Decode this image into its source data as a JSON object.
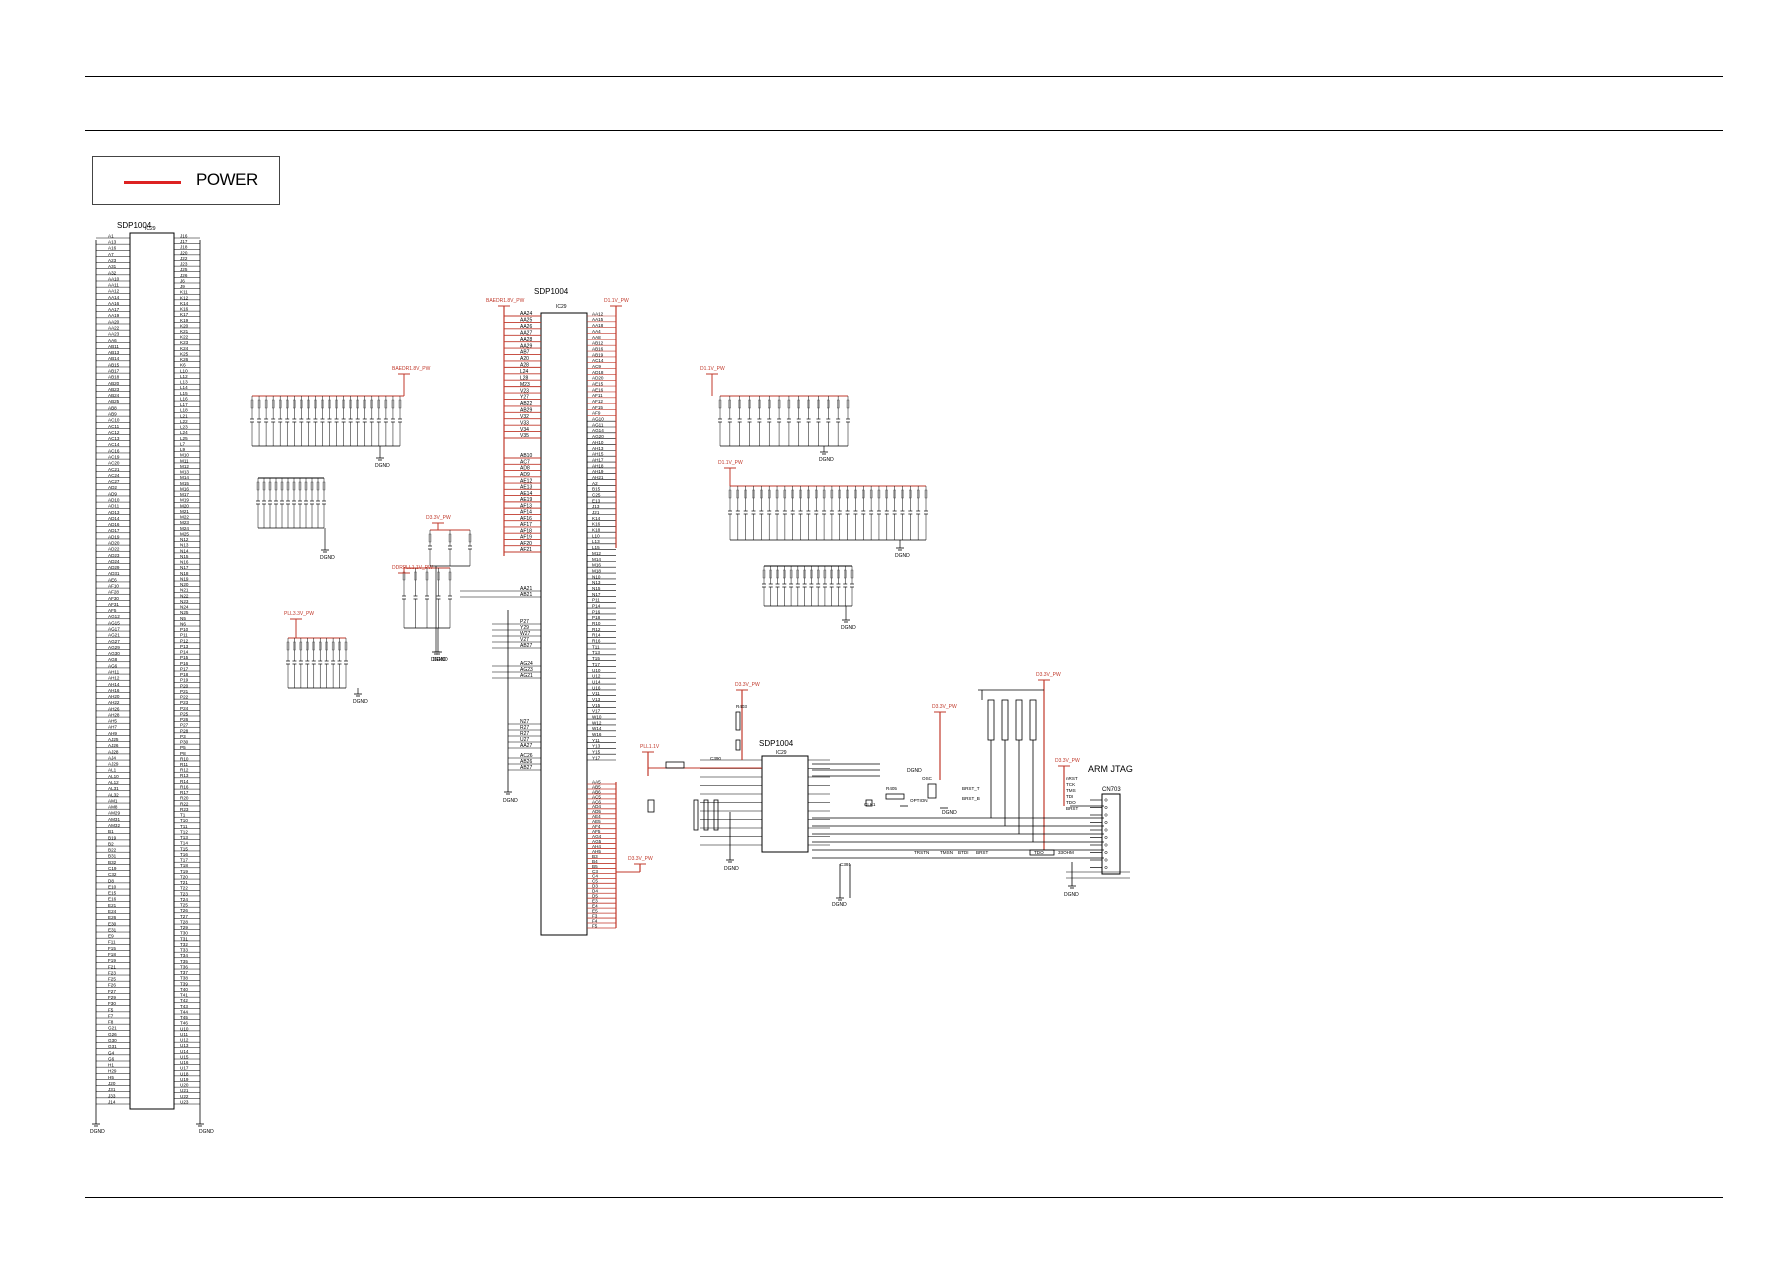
{
  "legend": {
    "label": "POWER",
    "color": "#d22222"
  },
  "ic_main": {
    "part": "SDP1004",
    "ref": "IC29",
    "ground": "DGND",
    "left_pins": [
      "A1",
      "A13",
      "A16",
      "A7",
      "A23",
      "A31",
      "A32",
      "AA10",
      "AA11",
      "AA12",
      "AA14",
      "AA16",
      "AA17",
      "AA19",
      "AA20",
      "AA22",
      "AA23",
      "AA6",
      "AB11",
      "AB13",
      "AB14",
      "AB15",
      "AB17",
      "AB18",
      "AB20",
      "AB23",
      "AB24",
      "AB25",
      "AB8",
      "AB9",
      "AC10",
      "AC11",
      "AC12",
      "AC13",
      "AC14",
      "AC16",
      "AC19",
      "AC20",
      "AC21",
      "AC24",
      "AC27",
      "AD2",
      "AD9",
      "AD10",
      "AD11",
      "AD13",
      "AD14",
      "AD16",
      "AD17",
      "AD19",
      "AD20",
      "AD22",
      "AD23",
      "AD24",
      "AD29",
      "AD31",
      "AE6",
      "AF10",
      "AF28",
      "AF30",
      "AF31",
      "AF5",
      "AG12",
      "AG15",
      "AG17",
      "AG21",
      "AG27",
      "AG29",
      "AG30",
      "AG8",
      "AG6",
      "AH11",
      "AH12",
      "AH14",
      "AH16",
      "AH20",
      "AH22",
      "AH26",
      "AH28",
      "AH5",
      "AH7",
      "AH9",
      "AJ25",
      "AJ26",
      "AJ28",
      "AJ4",
      "AJ29",
      "AL1",
      "AL10",
      "AL12",
      "AL31",
      "AL32",
      "AM1",
      "AM8",
      "AM29",
      "AM31",
      "AM32",
      "B1",
      "B19",
      "B2",
      "B22",
      "B31",
      "B32",
      "C19",
      "C32",
      "D8",
      "E10",
      "E15",
      "E16",
      "E21",
      "E24",
      "E26",
      "E30",
      "E31",
      "E9",
      "F11",
      "F15",
      "F18",
      "F19",
      "F21",
      "F23",
      "F25",
      "F26",
      "F27",
      "F29",
      "F30",
      "F5",
      "F7",
      "F8",
      "G21",
      "G26",
      "G30",
      "G31",
      "G4",
      "G6",
      "H1",
      "H29",
      "H5",
      "J20",
      "J31",
      "J33",
      "J14"
    ],
    "right_pins": [
      "J16",
      "J17",
      "J18",
      "J20",
      "J22",
      "J23",
      "J25",
      "J26",
      "J6",
      "J9",
      "K11",
      "K12",
      "K14",
      "K16",
      "K17",
      "K19",
      "K20",
      "K21",
      "K22",
      "K23",
      "K24",
      "K25",
      "K26",
      "K6",
      "L10",
      "L12",
      "L13",
      "L14",
      "L15",
      "L16",
      "L17",
      "L18",
      "L21",
      "L22",
      "L23",
      "L24",
      "L25",
      "L7",
      "L9",
      "M10",
      "M11",
      "M12",
      "M13",
      "M14",
      "M15",
      "M16",
      "M17",
      "M19",
      "M20",
      "M21",
      "M22",
      "M23",
      "M24",
      "M25",
      "N12",
      "N13",
      "N14",
      "N15",
      "N16",
      "N17",
      "N18",
      "N19",
      "N20",
      "N21",
      "N22",
      "N23",
      "N24",
      "N25",
      "N5",
      "N6",
      "P10",
      "P11",
      "P12",
      "P13",
      "P14",
      "P15",
      "P16",
      "P17",
      "P18",
      "P19",
      "P20",
      "P21",
      "P22",
      "P23",
      "P24",
      "P25",
      "P26",
      "P27",
      "P28",
      "P3",
      "P30",
      "P5",
      "P8",
      "R10",
      "R11",
      "R12",
      "R13",
      "R14",
      "R16",
      "R17",
      "R20",
      "R22",
      "R23",
      "T1",
      "T10",
      "T11",
      "T12",
      "T13",
      "T14",
      "T15",
      "T16",
      "T17",
      "T18",
      "T19",
      "T20",
      "T21",
      "T22",
      "T23",
      "T24",
      "T25",
      "T26",
      "T27",
      "T28",
      "T29",
      "T30",
      "T31",
      "T32",
      "T33",
      "T34",
      "T35",
      "T36",
      "T37",
      "T38",
      "T39",
      "T40",
      "T41",
      "T42",
      "T43",
      "T44",
      "T45",
      "T46",
      "U10",
      "U11",
      "U12",
      "U13",
      "U14",
      "U15",
      "U16",
      "U17",
      "U18",
      "U19",
      "U20",
      "U21",
      "U22",
      "U23"
    ]
  },
  "ic_mid": {
    "part": "SDP1004",
    "ref": "IC29",
    "left_pins_a": [
      "AA24",
      "AA25",
      "AA26",
      "AA27",
      "AA28",
      "AA29",
      "AB7",
      "A20",
      "A28",
      "L24",
      "L28",
      "M23",
      "V23",
      "Y27",
      "AB22",
      "AB29",
      "V32",
      "V33",
      "V34",
      "V35"
    ],
    "left_pins_b": [
      "AB10",
      "AC7",
      "AD8",
      "AD9",
      "AE12",
      "AE13",
      "AE14",
      "AE19",
      "AF13",
      "AF14",
      "AF16",
      "AF17",
      "AF18",
      "AF19",
      "AF20",
      "AF21"
    ],
    "left_pins_c": [
      "AA21",
      "AB21"
    ],
    "left_pins_d": [
      "P27",
      "Y29",
      "W27",
      "V27",
      "AB27"
    ],
    "left_pins_e": [
      "AG24",
      "AG23",
      "AG21"
    ],
    "left_pins_f": [
      "N27",
      "R27",
      "R27",
      "U27",
      "AA27"
    ],
    "left_pins_g": [
      "AC26",
      "AB26",
      "AB27"
    ],
    "right_pins_a": [
      "AA12",
      "AA15",
      "AA18",
      "AA4",
      "AA8",
      "AB12",
      "AB16",
      "AB19",
      "AC14",
      "AC9",
      "AD18",
      "AD20",
      "AE15",
      "AE16",
      "AF11",
      "AF12",
      "AF15",
      "AF9",
      "AG10",
      "AG11",
      "AG14",
      "AG20",
      "AH10",
      "AH13",
      "AH15",
      "AH17",
      "AH18",
      "AH19",
      "AH21",
      "A2",
      "B15",
      "C25",
      "E13",
      "J13",
      "J21",
      "K14",
      "K16",
      "K18",
      "L10",
      "L13",
      "L15",
      "M12",
      "M14",
      "M16",
      "M18",
      "N10",
      "N13",
      "N15",
      "N17",
      "P11",
      "P14",
      "P16",
      "P18",
      "R10",
      "R12",
      "R14",
      "R16",
      "T11",
      "T13",
      "T15",
      "T17",
      "U10",
      "U12",
      "U14",
      "U16",
      "V11",
      "V13",
      "V15",
      "V17",
      "W10",
      "W12",
      "W14",
      "W16",
      "Y11",
      "Y13",
      "Y15",
      "Y17"
    ],
    "right_pins_b": [
      "AA5",
      "AB5",
      "AB6",
      "AC5",
      "AC6",
      "AD4",
      "AD5",
      "AE4",
      "AE5",
      "AF4",
      "AF5",
      "AG4",
      "AG5",
      "AH4",
      "AH5",
      "B3",
      "B4",
      "B5",
      "C3",
      "C4",
      "C5",
      "D3",
      "D4",
      "D5",
      "E3",
      "E4",
      "E5",
      "F3",
      "F4",
      "F5"
    ],
    "power_top_left": "BAEDR1.8V_PW",
    "power_top_right": "D1.1V_PW",
    "ground": "DGND",
    "power_bottom": "D3.3V_PW"
  },
  "cap_banks": [
    {
      "net": "BAEDR1.8V_PW",
      "ground": "DGND"
    },
    {
      "net": "",
      "ground": "DGND"
    },
    {
      "net": "D1.1V_PW",
      "ground": "DGND"
    },
    {
      "net": "DDRPLL1.1V_PW",
      "ground": "DGND"
    },
    {
      "net": "PLL3.3V_PW",
      "ground": "DGND"
    },
    {
      "net": "D1.1V_PW",
      "ground": "DGND"
    },
    {
      "net": "D3.3V_PW",
      "ground": "DGND"
    },
    {
      "net": "",
      "ground": "DGND"
    }
  ],
  "jtag_section": {
    "ic_part": "SDP1004",
    "ic_ref": "IC29",
    "power_1": "D3.3V_PW",
    "power_2": "D3.3V_PW",
    "power_3": "D3.3V_PW",
    "power_4": "D3.3V_PW",
    "pll_net": "PLL1.1V",
    "ground": "DGND",
    "connector_title": "ARM JTAG",
    "connector_ref": "CN703",
    "signals": [
      "nRST",
      "TCK",
      "TMS",
      "TDI",
      "TDO",
      "BRST"
    ],
    "misc_labels": [
      "BRST_T",
      "BRST_B",
      "OPTION",
      "CLK1",
      "R405",
      "OSC",
      "C390",
      "R403",
      "C391"
    ],
    "bottom_labels": [
      "TRSTN",
      "TMSN",
      "BTDI",
      "BRST",
      "TDO",
      "33OHM"
    ]
  }
}
